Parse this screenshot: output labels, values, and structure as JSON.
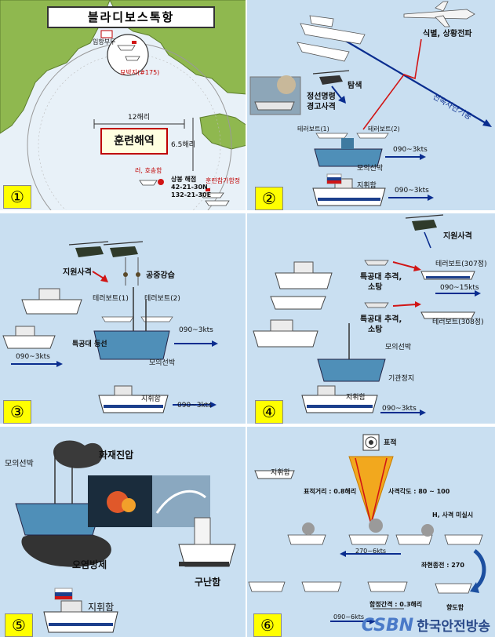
{
  "panels": {
    "p1": {
      "number": "①",
      "title": "블라디보스톡항",
      "inlet": "입항부두",
      "anchorage": "묘박지(#175)",
      "distance": "12해리",
      "zone": "훈련해역",
      "distance2": "6.5해리",
      "russian_ship": "러, 호송함",
      "position_title": "상봉 해점",
      "lat": "42-21-30N",
      "lon": "132-21-30E",
      "fleet": "훈련참가함정"
    },
    "p2": {
      "number": "②",
      "identify": "식별, 상황전파",
      "search": "탐색",
      "stop_order": "정선명령",
      "warning_shot": "경고사격",
      "comm_block": "전속차단기동",
      "terror1": "테러보트(1)",
      "terror2": "테러보트(2)",
      "speed1": "090~3kts",
      "mother_ship": "모의선박",
      "flagship": "지휘함",
      "speed2": "090~3kts"
    },
    "p3": {
      "number": "③",
      "support_fire": "지원사격",
      "air_assault": "공중강습",
      "terror1": "테러보트(1)",
      "terror2": "테러보트(2)",
      "boarding": "특공대 등선",
      "speed_left": "090~3kts",
      "speed_right": "090~3kts",
      "mother_ship": "모의선박",
      "flagship": "지휘함",
      "speed_bottom": "090~3kts"
    },
    "p4": {
      "number": "④",
      "support_fire": "지원사격",
      "terror307": "테러보트(307정)",
      "pursuit1_a": "특공대 추격,",
      "pursuit1_b": "소탕",
      "speed": "090~15kts",
      "pursuit2_a": "특공대 추격,",
      "pursuit2_b": "소탕",
      "terror308": "테러보트(308정)",
      "mother_ship": "모의선박",
      "engine_stop": "기관정지",
      "flagship": "지휘함",
      "speed_bottom": "090~3kts"
    },
    "p5": {
      "number": "⑤",
      "mother_ship": "모의선박",
      "fire": "화재진압",
      "oil": "오염방제",
      "rescue": "구난함",
      "flagship": "지휘함"
    },
    "p6": {
      "number": "⑥",
      "target": "표적",
      "flagship": "지휘함",
      "target_dist": "표적거리 : 0.8해리",
      "fire_angle": "사격각도 : 80 ~ 100",
      "h_fire": "H, 사격 미실시",
      "speed": "270~6kts",
      "turn": "좌현종전 : 270",
      "rescue_ship": "향도함",
      "interval": "함정간격 : 0.3해리",
      "speed_bottom": "090~6kts"
    }
  },
  "watermark": {
    "mark": "CSBN",
    "text": "한국안전방송"
  },
  "colors": {
    "panel_bg": "#c9dff1",
    "sea": "#e8f1f8",
    "land": "#8fb84f",
    "arrow": "#0a2d8f",
    "red_arrow": "#d11515",
    "number_bg": "#ffff00"
  }
}
